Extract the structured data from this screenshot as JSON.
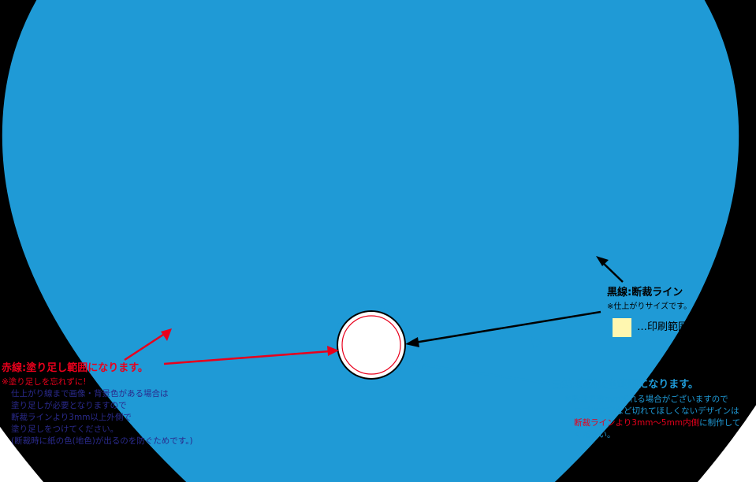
{
  "colors": {
    "cut_line": "#000000",
    "bleed_line": "#e8001c",
    "safe_line": "#1f9ad6",
    "print_area": "#fff7b0",
    "crop_marks": "#999999"
  },
  "black_line": {
    "title": "黒線:断裁ライン",
    "note": "※仕上がりサイズです。"
  },
  "legend": {
    "label": "…印刷範囲"
  },
  "red_line": {
    "title": "赤線:塗り足し範囲になります。",
    "note_1": "※塗り足しを忘れずに!",
    "note_2": "仕上がり線まで画像・背景色がある場合は",
    "note_3": "塗り足しが必要となりますので",
    "note_4": "断裁ラインより3mm以上外側で",
    "note_5": "塗り足しをつけてください。",
    "note_6": "(断裁時に紙の色(地色)が出るのを防ぐためです。)"
  },
  "blue_line": {
    "title": "青線:印刷安全範囲になります。",
    "note_1": "※断裁で数mmずれる場合がございますので",
    "note_2": "ロゴや文字など切れてほしくないデザインは",
    "note_3a": "断裁ラインより3mm〜5mm内側",
    "note_3b": "に制作して",
    "note_4": "ください。"
  }
}
